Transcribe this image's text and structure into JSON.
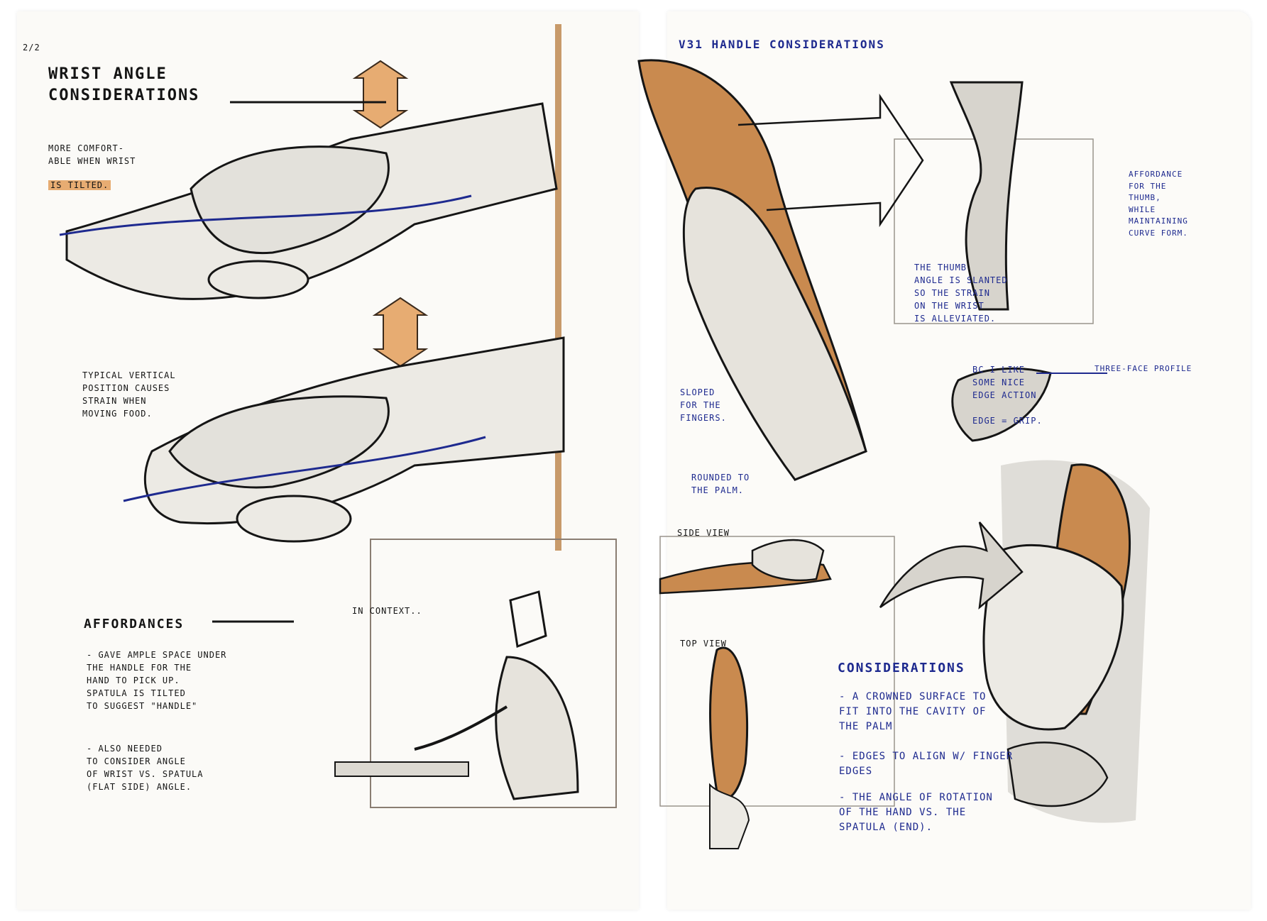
{
  "left_page": {
    "page_number": "2/2",
    "title": "Wrist angle\nconsiderations",
    "note_tilted": "More comfort-\nable when wrist",
    "note_tilted_highlight": "is tilted.",
    "note_vertical": "Typical vertical\nposition causes\nstrain when\nmoving food.",
    "affordances_heading": "Affordances",
    "affordance_items": [
      "- Gave ample space under\nthe handle for the\nhand to pick up.\nSpatula is tilted\nto suggest \"handle\"",
      "- Also needed\nto consider angle\nof wrist vs. spatula\n(flat side) angle."
    ],
    "in_context_label": "In context.."
  },
  "right_page": {
    "title": "V31 Handle considerations",
    "thumb_note": "The thumb\nangle is slanted\nso the strain\non the wrist\nis alleviated.",
    "affordance_thumb_note": "Affordance\nfor the\nthumb,\nwhile\nmaintaining\ncurve form.",
    "edge_note": "bc I like\nsome nice\nedge action\n\nedge = grip.",
    "three_face_label": "Three-face profile",
    "sloped_label": "Sloped\nfor the\nfingers.",
    "rounded_label": "Rounded to\nthe palm.",
    "side_view_label": "Side view",
    "top_view_label": "Top view",
    "considerations_heading": "Considerations",
    "consideration_items": [
      "- A crowned surface to\nfit into the cavity of\nthe palm",
      "- Edges to align w/ finger\nedges",
      "- The angle of rotation\nof the hand vs. the\nspatula (end)."
    ]
  }
}
